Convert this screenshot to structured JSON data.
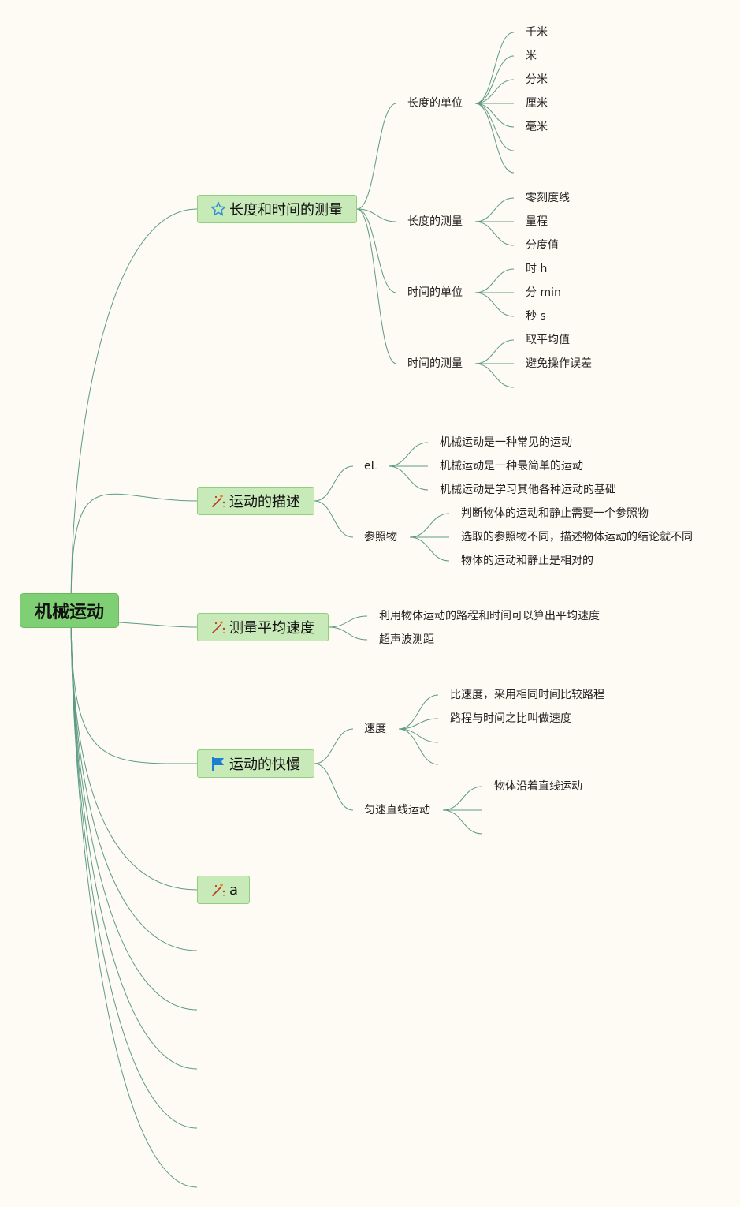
{
  "root": {
    "label": "机械运动"
  },
  "topics": [
    {
      "label": "长度和时间的测量",
      "icon": "star-icon",
      "children": [
        {
          "label": "长度的单位",
          "leaves": [
            "千米",
            "米",
            "分米",
            "厘米",
            "毫米"
          ]
        },
        {
          "label": "长度的测量",
          "leaves": [
            "零刻度线",
            "量程",
            "分度值"
          ]
        },
        {
          "label": "时间的单位",
          "leaves": [
            "时 h",
            "分 min",
            "秒 s"
          ]
        },
        {
          "label": "时间的测量",
          "leaves": [
            "取平均值",
            "避免操作误差"
          ]
        }
      ]
    },
    {
      "label": "运动的描述",
      "icon": "magic-wand-icon",
      "children": [
        {
          "label": "eL",
          "leaves": [
            "机械运动是一种常见的运动",
            "机械运动是一种最简单的运动",
            "机械运动是学习其他各种运动的基础"
          ]
        },
        {
          "label": "参照物",
          "leaves": [
            "判断物体的运动和静止需要一个参照物",
            "选取的参照物不同，描述物体运动的结论就不同",
            "物体的运动和静止是相对的"
          ]
        }
      ]
    },
    {
      "label": "测量平均速度",
      "icon": "magic-wand-icon",
      "leaves": [
        "利用物体运动的路程和时间可以算出平均速度",
        "超声波测距"
      ]
    },
    {
      "label": "运动的快慢",
      "icon": "flag-icon",
      "children": [
        {
          "label": "速度",
          "leaves": [
            "比速度，采用相同时间比较路程",
            "路程与时间之比叫做速度"
          ]
        },
        {
          "label": "匀速直线运动",
          "leaves": [
            "物体沿着直线运动"
          ]
        }
      ]
    },
    {
      "label": "a",
      "icon": "magic-wand-icon"
    }
  ],
  "colors": {
    "background": "#fdfbf3",
    "line": "#5e9b84",
    "root_fill": "#7fcf74",
    "topic_fill": "#c8eab8",
    "star": "#2a8fd6",
    "flag": "#1e7fd0",
    "wand": "#c0392b"
  }
}
